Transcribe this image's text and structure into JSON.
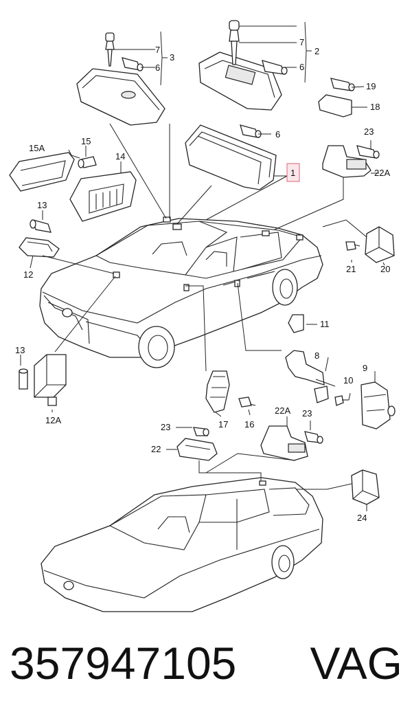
{
  "callouts": {
    "c1": "1",
    "c2": "2",
    "c3": "3",
    "c6a": "6",
    "c6b": "6",
    "c6c": "6",
    "c7a": "7",
    "c7b": "7",
    "c8": "8",
    "c9": "9",
    "c10": "10",
    "c11": "11",
    "c12": "12",
    "c12a": "12A",
    "c13a": "13",
    "c13b": "13",
    "c14": "14",
    "c15": "15",
    "c15a": "15A",
    "c16": "16",
    "c17": "17",
    "c18": "18",
    "c19": "19",
    "c20": "20",
    "c21": "21",
    "c22": "22",
    "c22a": "22A",
    "c22a2": "22A",
    "c23a": "23",
    "c23b": "23",
    "c23c": "23",
    "c24": "24"
  },
  "footer": {
    "part_number": "357947105",
    "brand": "VAG"
  },
  "colors": {
    "highlight_box": "#e07a8a",
    "line": "#222222"
  }
}
